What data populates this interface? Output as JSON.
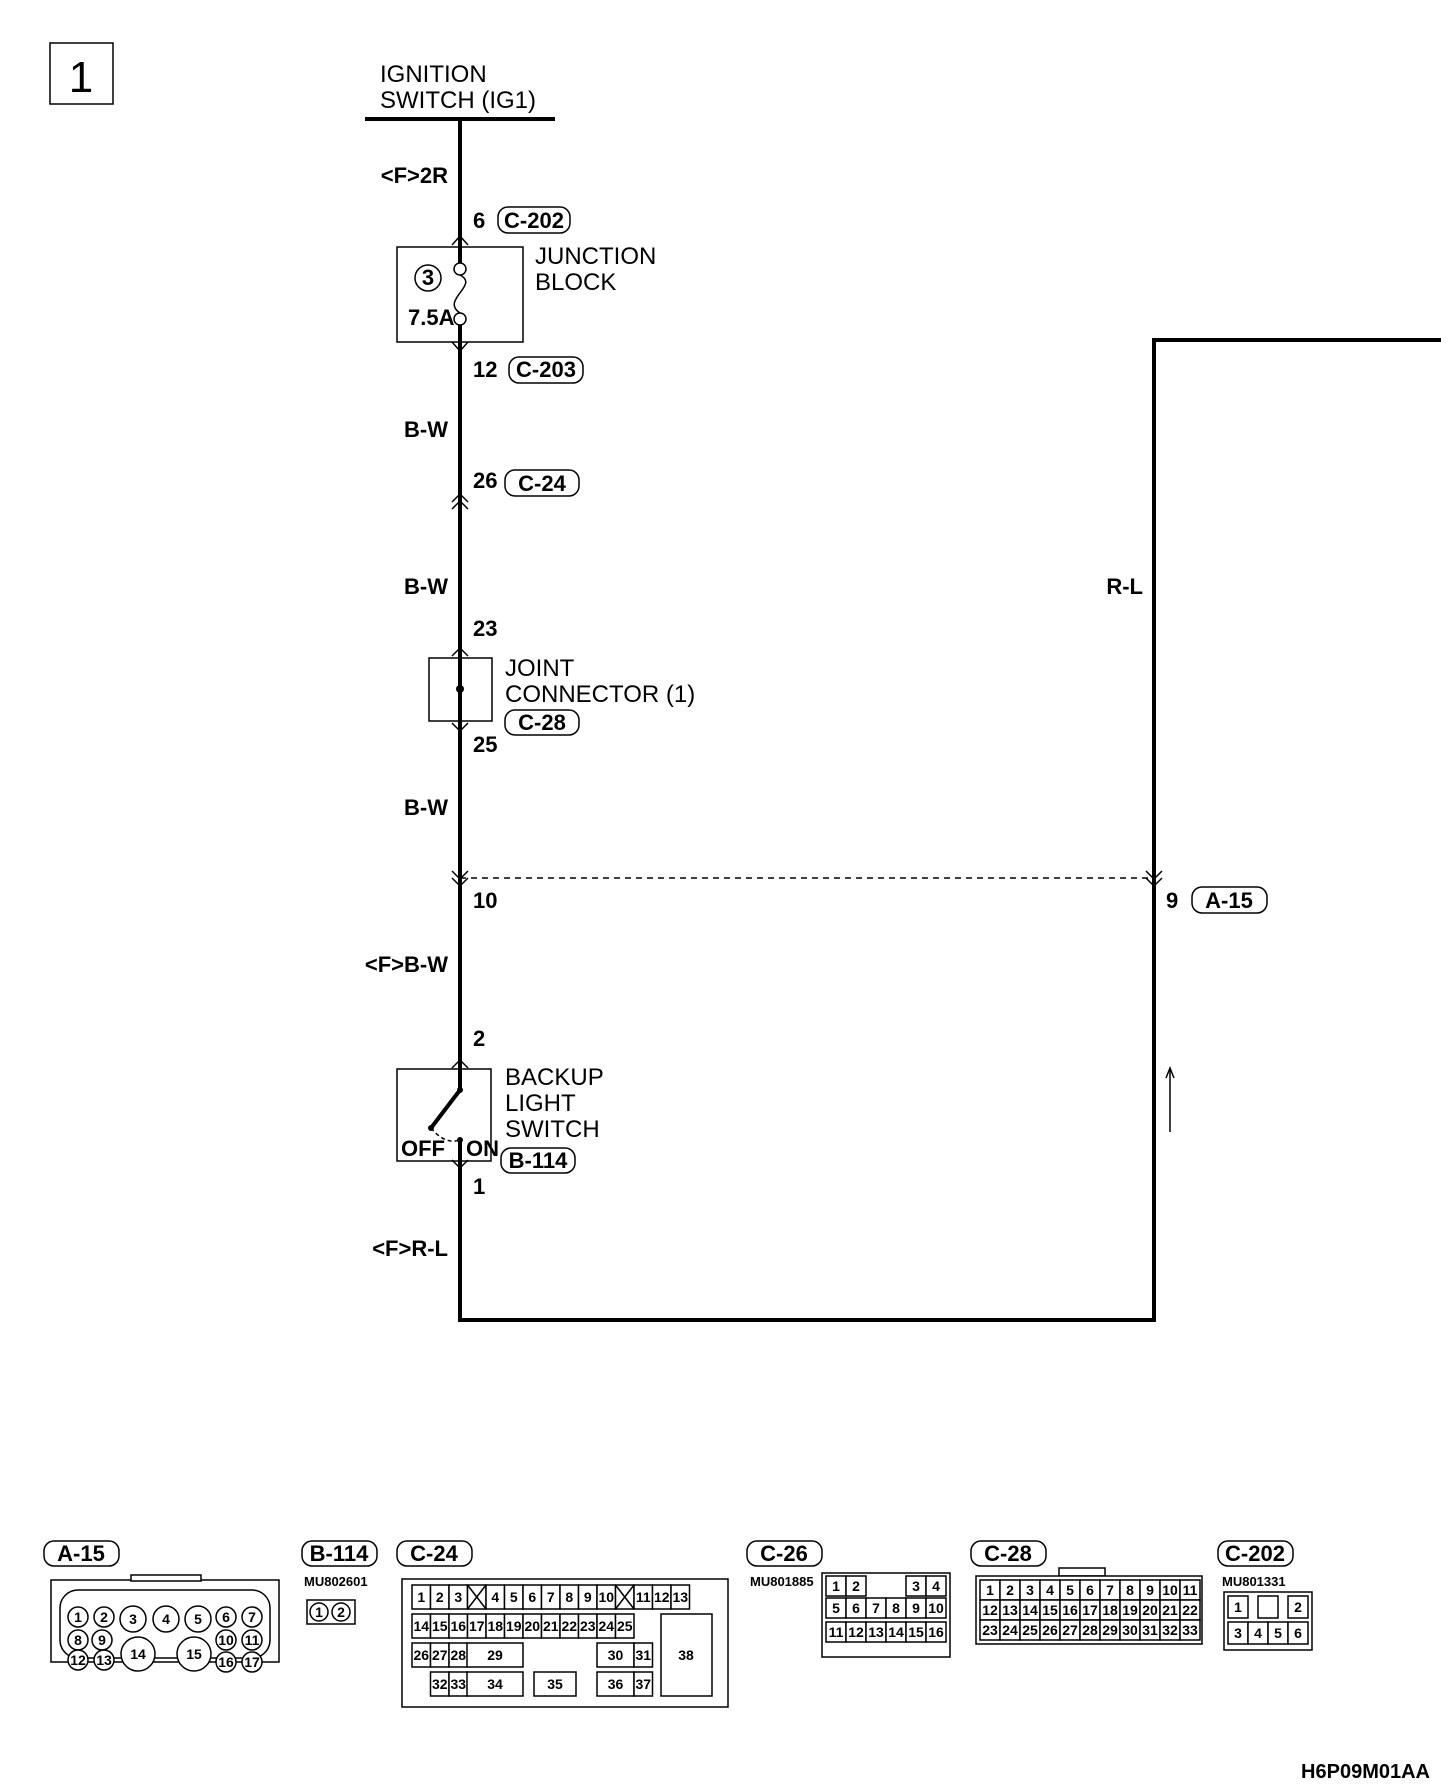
{
  "page_number": "1",
  "figure_code": "H6P09M01AA",
  "power_source": {
    "line1": "IGNITION",
    "line2": "SWITCH (IG1)"
  },
  "junction_block": {
    "line1": "JUNCTION",
    "line2": "BLOCK",
    "fuse_number": "3",
    "fuse_rating": "7.5A",
    "pin_in": "6",
    "connector_in": "C-202",
    "pin_out": "12",
    "connector_out": "C-203"
  },
  "wires": {
    "w1": "<F>2R",
    "w2": "B-W",
    "w3": "B-W",
    "w4": "B-W",
    "w5": "<F>B-W",
    "w6": "<F>R-L",
    "w7": "R-L"
  },
  "intermediate_connector": {
    "pin": "26",
    "connector": "C-24"
  },
  "joint_connector": {
    "line1": "JOINT",
    "line2": "CONNECTOR (1)",
    "connector": "C-28",
    "pin_in": "23",
    "pin_out": "25"
  },
  "harness_split": {
    "left_pin": "10",
    "right_pin": "9",
    "right_connector": "A-15"
  },
  "backup_switch": {
    "line1": "BACKUP",
    "line2": "LIGHT",
    "line3": "SWITCH",
    "connector": "B-114",
    "pin_top": "2",
    "pin_bottom": "1",
    "state_off": "OFF",
    "state_on": "ON"
  },
  "connector_views": {
    "a15": {
      "label": "A-15",
      "pins": [
        "1",
        "2",
        "3",
        "4",
        "5",
        "6",
        "7",
        "8",
        "9",
        "10",
        "11",
        "12",
        "13",
        "14",
        "15",
        "16",
        "17"
      ]
    },
    "b114": {
      "label": "B-114",
      "part": "MU802601",
      "pins": [
        "1",
        "2"
      ]
    },
    "c24": {
      "label": "C-24",
      "pins": [
        "1",
        "2",
        "3",
        "4",
        "5",
        "6",
        "7",
        "8",
        "9",
        "10",
        "11",
        "12",
        "13",
        "14",
        "15",
        "16",
        "17",
        "18",
        "19",
        "20",
        "21",
        "22",
        "23",
        "24",
        "25",
        "26",
        "27",
        "28",
        "29",
        "30",
        "31",
        "32",
        "33",
        "34",
        "35",
        "36",
        "37",
        "38"
      ]
    },
    "c26": {
      "label": "C-26",
      "part": "MU801885",
      "pins": [
        "1",
        "2",
        "3",
        "4",
        "5",
        "6",
        "7",
        "8",
        "9",
        "10",
        "11",
        "12",
        "13",
        "14",
        "15",
        "16"
      ]
    },
    "c28": {
      "label": "C-28",
      "pins": [
        "1",
        "2",
        "3",
        "4",
        "5",
        "6",
        "7",
        "8",
        "9",
        "10",
        "11",
        "12",
        "13",
        "14",
        "15",
        "16",
        "17",
        "18",
        "19",
        "20",
        "21",
        "22",
        "23",
        "24",
        "25",
        "26",
        "27",
        "28",
        "29",
        "30",
        "31",
        "32",
        "33"
      ]
    },
    "c202": {
      "label": "C-202",
      "part": "MU801331",
      "pins": [
        "1",
        "2",
        "3",
        "4",
        "5",
        "6"
      ]
    }
  }
}
